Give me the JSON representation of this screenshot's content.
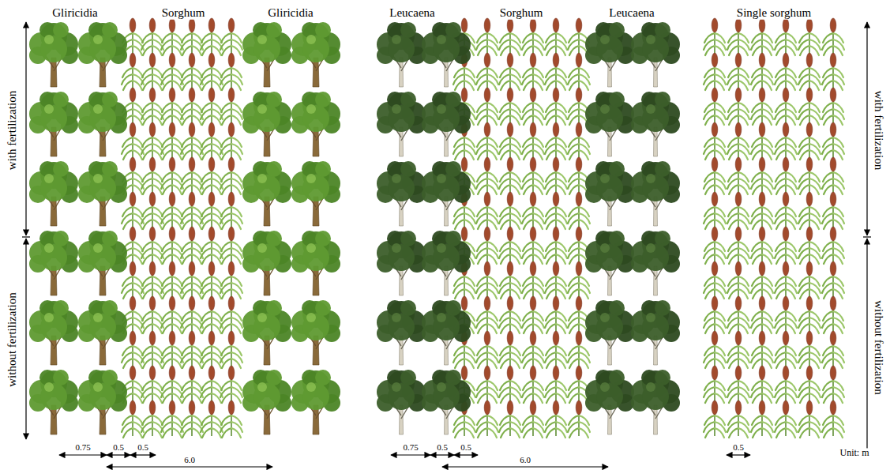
{
  "diagram": {
    "labels": [
      "Gliricidia",
      "Sorghum",
      "Gliricidia",
      "Leucaena",
      "Sorghum",
      "Leucaena",
      "Single sorghum",
      "with fertilization",
      "without fertilization",
      "with fertilization",
      "without fertilization",
      "0.75",
      "0.5",
      "0.5",
      "6.0",
      "0.75",
      "0.5",
      "0.5",
      "6.0",
      "0.5",
      "Unit: m"
    ]
  }
}
